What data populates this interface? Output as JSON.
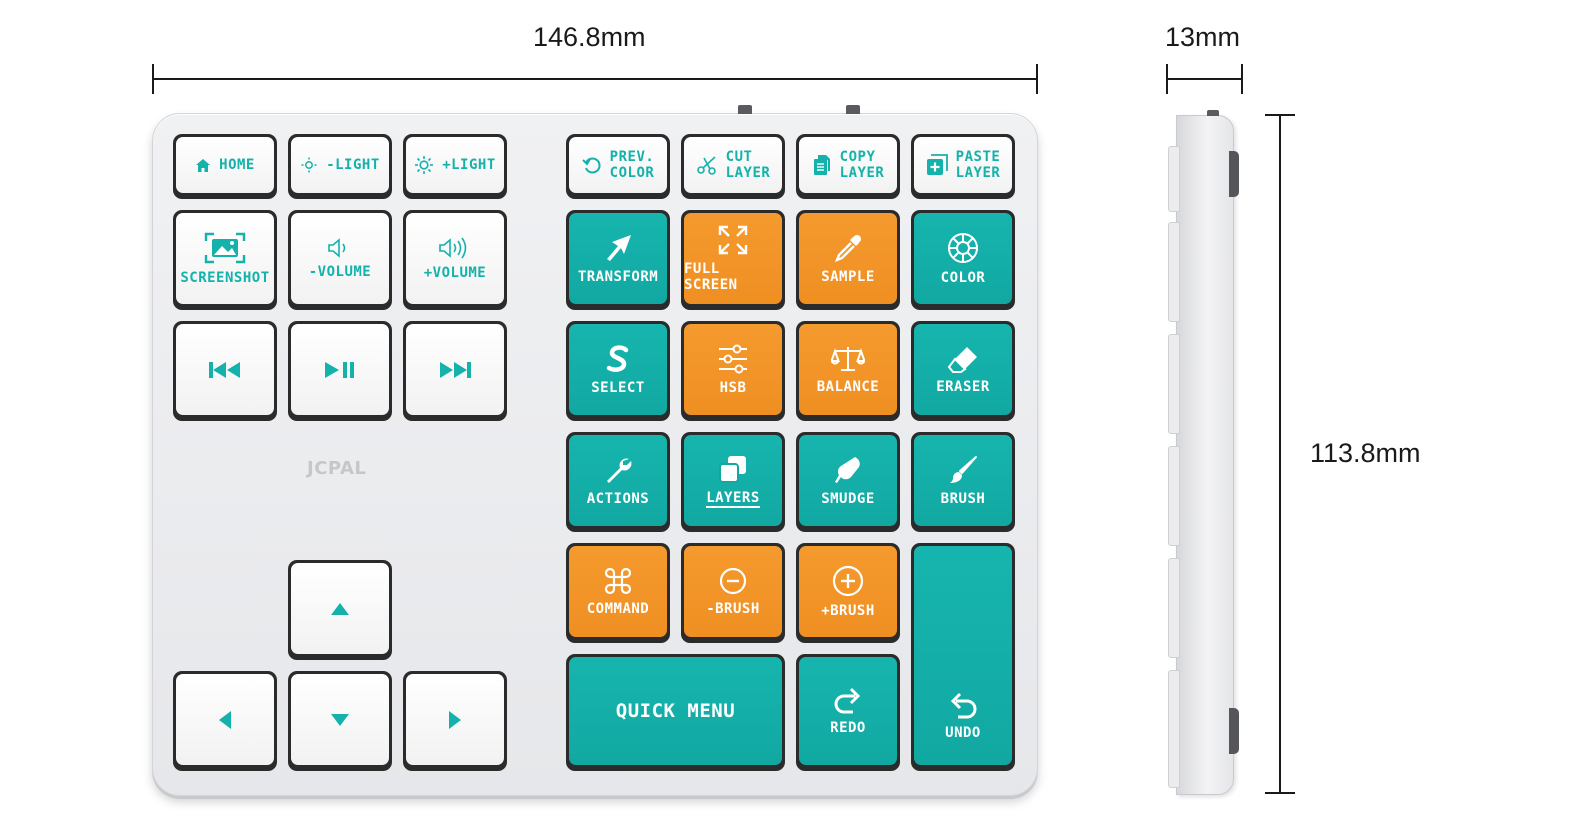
{
  "dimensions": {
    "width": "146.8mm",
    "thickness": "13mm",
    "height": "113.8mm"
  },
  "brand": "JCPAL",
  "colors": {
    "teal": "#14b2ab",
    "orange": "#f0902a",
    "keycap_white": "#ffffff",
    "body": "#eceded"
  },
  "left_keys": {
    "home": "HOME",
    "light_down": "-LIGHT",
    "light_up": "+LIGHT",
    "screenshot": "SCREENSHOT",
    "volume_down": "-VOLUME",
    "volume_up": "+VOLUME"
  },
  "right_keys": {
    "prev_color": [
      "PREV.",
      "COLOR"
    ],
    "cut_layer": [
      "CUT",
      "LAYER"
    ],
    "copy_layer": [
      "COPY",
      "LAYER"
    ],
    "paste_layer": [
      "PASTE",
      "LAYER"
    ],
    "transform": "TRANSFORM",
    "full_screen": "FULL SCREEN",
    "sample": "SAMPLE",
    "color": "COLOR",
    "select": "SELECT",
    "hsb": "HSB",
    "balance": "BALANCE",
    "eraser": "ERASER",
    "actions": "ACTIONS",
    "layers": "LAYERS",
    "smudge": "SMUDGE",
    "brush": "BRUSH",
    "command": "COMMAND",
    "brush_minus": "-BRUSH",
    "brush_plus": "+BRUSH",
    "quick_menu": "QUICK MENU",
    "redo": "REDO",
    "undo": "UNDO"
  }
}
